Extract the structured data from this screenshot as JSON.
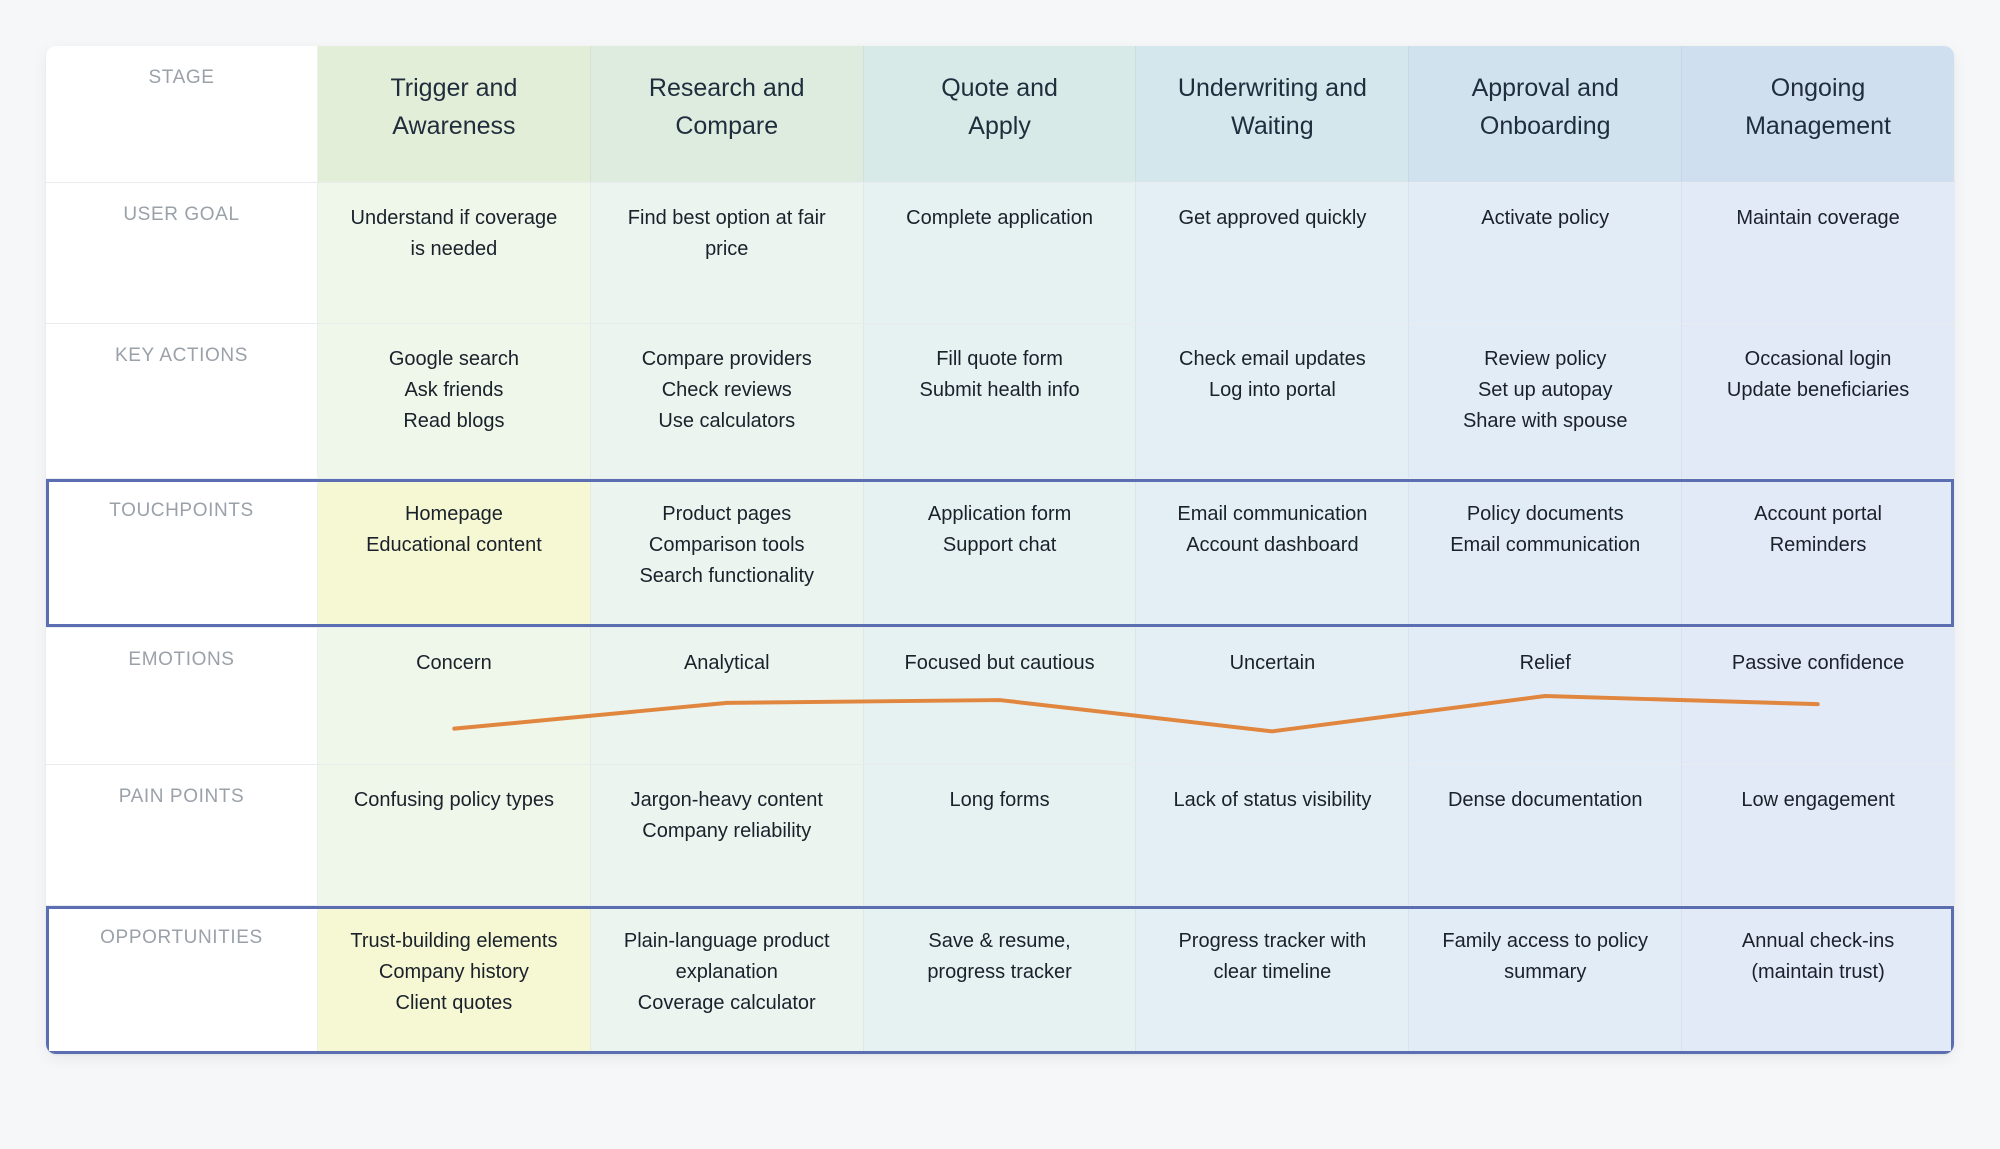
{
  "journey_map": {
    "row_labels": [
      {
        "key": "stage",
        "label": "STAGE"
      },
      {
        "key": "user_goal",
        "label": "USER GOAL"
      },
      {
        "key": "key_actions",
        "label": "KEY ACTIONS"
      },
      {
        "key": "touchpoints",
        "label": "TOUCHPOINTS"
      },
      {
        "key": "emotions",
        "label": "EMOTIONS"
      },
      {
        "key": "pain_points",
        "label": "PAIN POINTS"
      },
      {
        "key": "opportunities",
        "label": "OPPORTUNITIES"
      }
    ],
    "outlined_rows": [
      "touchpoints",
      "opportunities"
    ],
    "outline_color": "#5b6eb1",
    "cell_highlight_color": "#f6f8d3",
    "stages": [
      {
        "title_lines": [
          "Trigger and",
          "Awareness"
        ],
        "header_color": "#e3eed8",
        "body_color": "#eff6ea",
        "user_goal": [
          "Understand if coverage is needed"
        ],
        "key_actions": [
          "Google search",
          "Ask friends",
          "Read blogs"
        ],
        "touchpoints": [
          "Homepage",
          "Educational content"
        ],
        "touchpoints_highlighted": true,
        "emotions": [
          "Concern"
        ],
        "pain_points": [
          "Confusing policy types"
        ],
        "opportunities": [
          "Trust-building elements",
          "Company history",
          "Client quotes"
        ],
        "opportunities_highlighted": true
      },
      {
        "title_lines": [
          "Research and",
          "Compare"
        ],
        "header_color": "#ddecdf",
        "body_color": "#ebf4ee",
        "user_goal": [
          "Find best option at fair price"
        ],
        "key_actions": [
          "Compare providers",
          "Check reviews",
          "Use calculators"
        ],
        "touchpoints": [
          "Product pages",
          "Comparison tools",
          "Search functionality"
        ],
        "emotions": [
          "Analytical"
        ],
        "pain_points": [
          "Jargon-heavy content",
          "Company reliability"
        ],
        "opportunities": [
          "Plain-language product explanation",
          "Coverage calculator"
        ]
      },
      {
        "title_lines": [
          "Quote and",
          "Apply"
        ],
        "header_color": "#d8eae7",
        "body_color": "#e6f2f2",
        "user_goal": [
          "Complete application"
        ],
        "key_actions": [
          "Fill quote form",
          "Submit health info"
        ],
        "touchpoints": [
          "Application form",
          "Support chat"
        ],
        "emotions": [
          "Focused but cautious"
        ],
        "pain_points": [
          "Long forms"
        ],
        "opportunities": [
          "Save & resume, progress tracker"
        ]
      },
      {
        "title_lines": [
          "Underwriting and",
          "Waiting"
        ],
        "header_color": "#d3e7ec",
        "body_color": "#e3eff4",
        "user_goal": [
          "Get approved quickly"
        ],
        "key_actions": [
          "Check email updates",
          "Log into portal"
        ],
        "touchpoints": [
          "Email communication",
          "Account dashboard"
        ],
        "emotions": [
          "Uncertain"
        ],
        "pain_points": [
          "Lack of status visibility"
        ],
        "opportunities": [
          "Progress tracker with clear timeline"
        ]
      },
      {
        "title_lines": [
          "Approval and",
          "Onboarding"
        ],
        "header_color": "#d1e2ef",
        "body_color": "#e2ecf6",
        "user_goal": [
          "Activate policy"
        ],
        "key_actions": [
          "Review policy",
          "Set up autopay",
          "Share with spouse"
        ],
        "touchpoints": [
          "Policy documents",
          "Email communication"
        ],
        "emotions": [
          "Relief"
        ],
        "pain_points": [
          "Dense documentation"
        ],
        "opportunities": [
          "Family access to policy summary"
        ]
      },
      {
        "title_lines": [
          "Ongoing",
          "Management"
        ],
        "header_color": "#cfdfef",
        "body_color": "#e1eaf6",
        "user_goal": [
          "Maintain coverage"
        ],
        "key_actions": [
          "Occasional login",
          "Update beneficiaries"
        ],
        "touchpoints": [
          "Account portal",
          "Reminders"
        ],
        "emotions": [
          "Passive confidence"
        ],
        "pain_points": [
          "Low engagement"
        ],
        "opportunities": [
          "Annual check-ins (maintain trust)"
        ]
      }
    ],
    "emotion_curve": {
      "color": "#e0863f",
      "levels": [
        0.26,
        0.45,
        0.47,
        0.24,
        0.5,
        0.44
      ]
    }
  }
}
